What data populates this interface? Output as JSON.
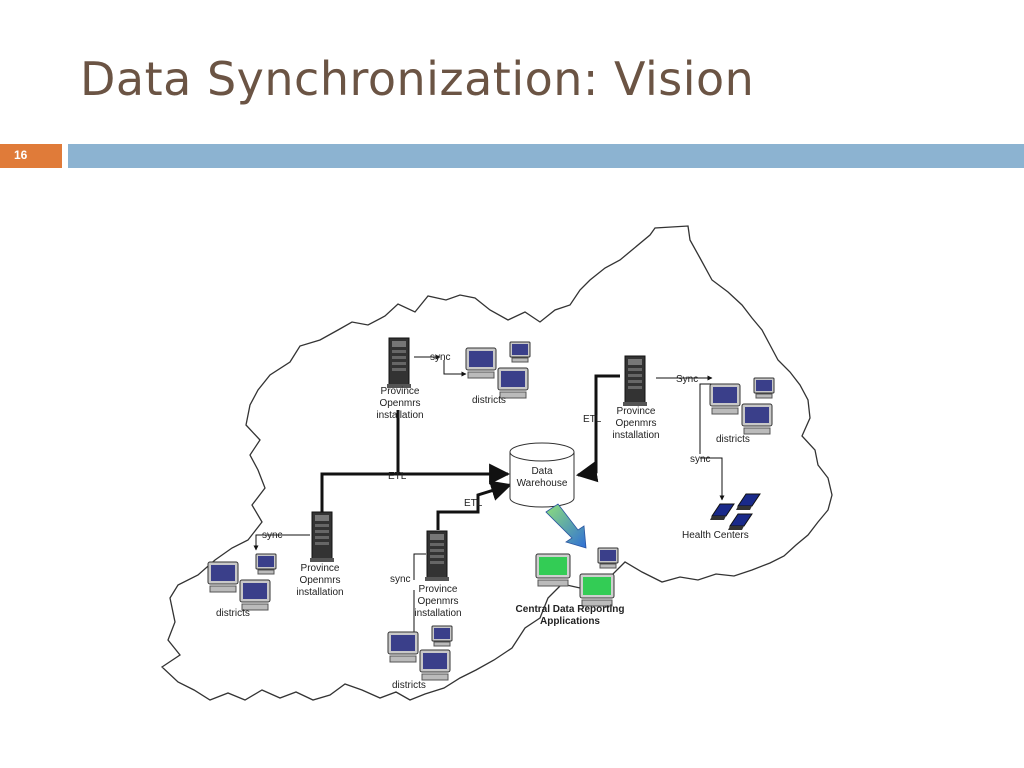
{
  "slide": {
    "title": "Data Synchronization: Vision",
    "number": "16"
  },
  "diagram": {
    "warehouse": "Data\nWarehouse",
    "etl": "ETL",
    "sync_lower": "sync",
    "sync_upper": "Sync",
    "province_label": "Province\nOpenmrs\ninstallation",
    "districts": "districts",
    "health_centers": "Health Centers",
    "reporting": "Central Data Reporting\nApplications"
  },
  "colors": {
    "title": "#6b5444",
    "accent": "#e07b39",
    "bar": "#8cb3d1",
    "reporting_screen": "#33cc55",
    "arrow": "#2f6fd6"
  }
}
